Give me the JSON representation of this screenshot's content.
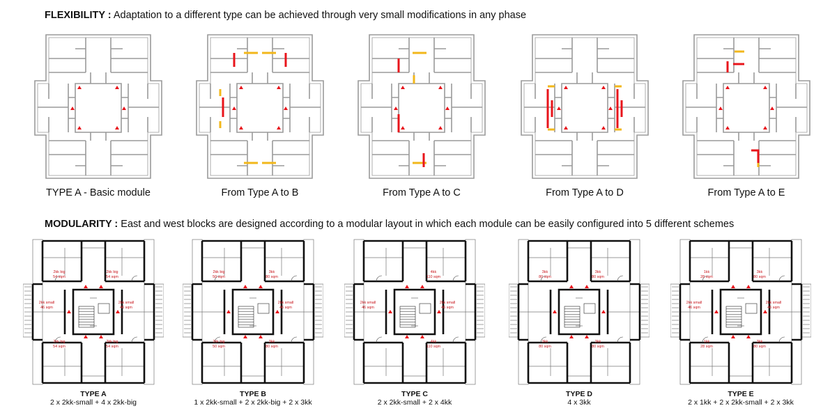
{
  "flexibility": {
    "label": "FLEXIBILITY :",
    "text": "Adaptation to a different type can be achieved through very small modifications in any phase",
    "captions": [
      "TYPE A - Basic module",
      "From Type A to B",
      "From Type A to C",
      "From Type A to D",
      "From Type A to E"
    ]
  },
  "modularity": {
    "label": "MODULARITY :",
    "text": "East and west blocks are designed according to a modular layout in which each module can be easily configured into 5 different schemes",
    "types": [
      {
        "name": "TYPE A",
        "formula": "2 x 2kk-small + 4 x 2kk-big",
        "rooms": [
          [
            "2kk big",
            "54 sqm"
          ],
          [
            "2kk big",
            "54 sqm"
          ],
          [
            "2kk small",
            "46 sqm"
          ],
          [
            "2kk small",
            "46 sqm"
          ],
          [
            "2kk big",
            "54 sqm"
          ],
          [
            "2kk big",
            "54 sqm"
          ]
        ]
      },
      {
        "name": "TYPE B",
        "formula": "1 x 2kk-small + 2 x 2kk-big + 2 x 3kk",
        "rooms": [
          [
            "2kk big",
            "50 sqm"
          ],
          [
            "3kk",
            "80 sqm"
          ],
          [
            "",
            ""
          ],
          [
            "2kk small",
            "46 sqm"
          ],
          [
            "2kk big",
            "50 sqm"
          ],
          [
            "3kk",
            "80 sqm"
          ]
        ]
      },
      {
        "name": "TYPE C",
        "formula": "2 x 2kk-small + 2 x 4kk",
        "rooms": [
          [
            "",
            ""
          ],
          [
            "4kk",
            "110 sqm"
          ],
          [
            "2kk small",
            "46 sqm"
          ],
          [
            "2kk small",
            "46 sqm"
          ],
          [
            "",
            ""
          ],
          [
            "4kk",
            "110 sqm"
          ]
        ]
      },
      {
        "name": "TYPE D",
        "formula": "4 x 3kk",
        "rooms": [
          [
            "3kk",
            "80 sqm"
          ],
          [
            "3kk",
            "80 sqm"
          ],
          [
            "",
            ""
          ],
          [
            "",
            ""
          ],
          [
            "3kk",
            "80 sqm"
          ],
          [
            "3kk",
            "80 sqm"
          ]
        ]
      },
      {
        "name": "TYPE E",
        "formula": "2 x 1kk + 2 x 2kk-small + 2 x 3kk",
        "rooms": [
          [
            "1kk",
            "28 sqm"
          ],
          [
            "3kk",
            "80 sqm"
          ],
          [
            "2kk small",
            "46 sqm"
          ],
          [
            "2kk small",
            "46 sqm"
          ],
          [
            "1kk",
            "28 sqm"
          ],
          [
            "3kk",
            "80 sqm"
          ]
        ]
      }
    ]
  },
  "colors": {
    "wall": "#9a9a9a",
    "wall_dark": "#111111",
    "removed": "#e8141b",
    "added": "#f2b71b",
    "label": "#c8141b"
  }
}
